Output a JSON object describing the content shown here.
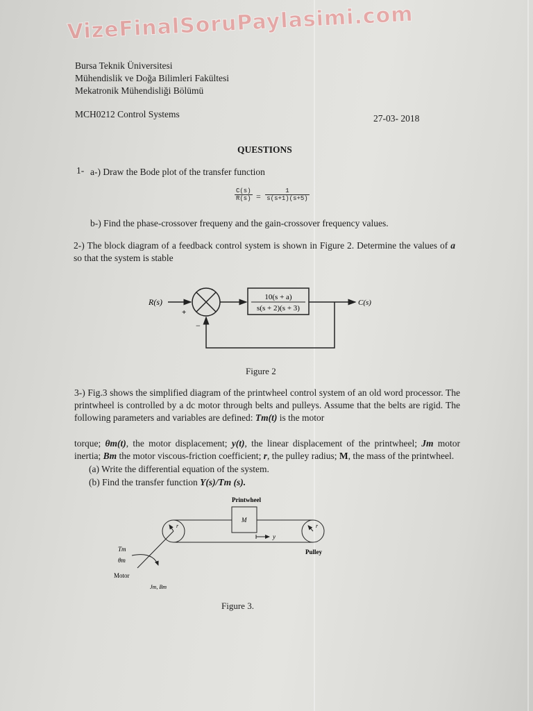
{
  "watermark": "VizeFinalSoruPaylasimi.com",
  "header": {
    "university": "Bursa Teknik Üniversitesi",
    "faculty": "Mühendislik ve Doğa Bilimleri Fakültesi",
    "department": "Mekatronik Mühendisliği Bölümü",
    "course": "MCH0212 Control Systems",
    "date": "27-03- 2018"
  },
  "title": "QUESTIONS",
  "q1": {
    "number": "1-",
    "a": "a-) Draw the Bode plot of the transfer function",
    "tf_lhs_num": "C(s)",
    "tf_lhs_den": "R(s)",
    "tf_eq": "=",
    "tf_rhs_num": "1",
    "tf_rhs_den": "s(s+1)(s+5)",
    "b": "b-) Find the phase-crossover frequeny and the gain-crossover frequency values."
  },
  "q2": {
    "text": "2-) The block diagram of a feedback control system is shown in Figure 2. Determine the values of",
    "var": "a",
    "text_end": "so that the system is stable",
    "diagram": {
      "input": "R(s)",
      "output": "C(s)",
      "plus": "+",
      "minus": "−",
      "tf_num": "10(s + a)",
      "tf_den": "s(s + 2)(s + 3)"
    },
    "caption": "Figure 2"
  },
  "q3": {
    "p1": "3-) Fig.3  shows the simplified diagram of the printwheel control system of an old word processor. The printwheel is controlled by a dc motor through belts and pulleys. Assume that the belts are rigid. The following parameters and variables are defined:",
    "tm": "Tm(t)",
    "p1_end": "is the motor",
    "p2a": "torque;",
    "theta": "θm(t)",
    "p2b": ", the motor displacement;",
    "y": "y(t)",
    "p2c": ", the linear displacement of the printwheel;",
    "jm": "Jm",
    "p2d": "motor inertia;",
    "bm": "Bm",
    "p2e": "the motor viscous-friction coefficient;",
    "r": "r",
    "p2f": ", the pulley radius;",
    "M": "M",
    "p2g": ", the mass of the printwheel.",
    "a": "(a) Write the differential equation of the system.",
    "b_pre": "(b) Find the transfer function",
    "b_tf": "Y(s)/Tm (s).",
    "diagram": {
      "printwheel": "Printwheel",
      "mass": "M",
      "pulley": "Pulley",
      "y": "y",
      "r": "r",
      "torque": "Tm",
      "theta": "θm",
      "motor": "Motor",
      "params": "Jm, Bm"
    },
    "caption": "Figure 3."
  }
}
